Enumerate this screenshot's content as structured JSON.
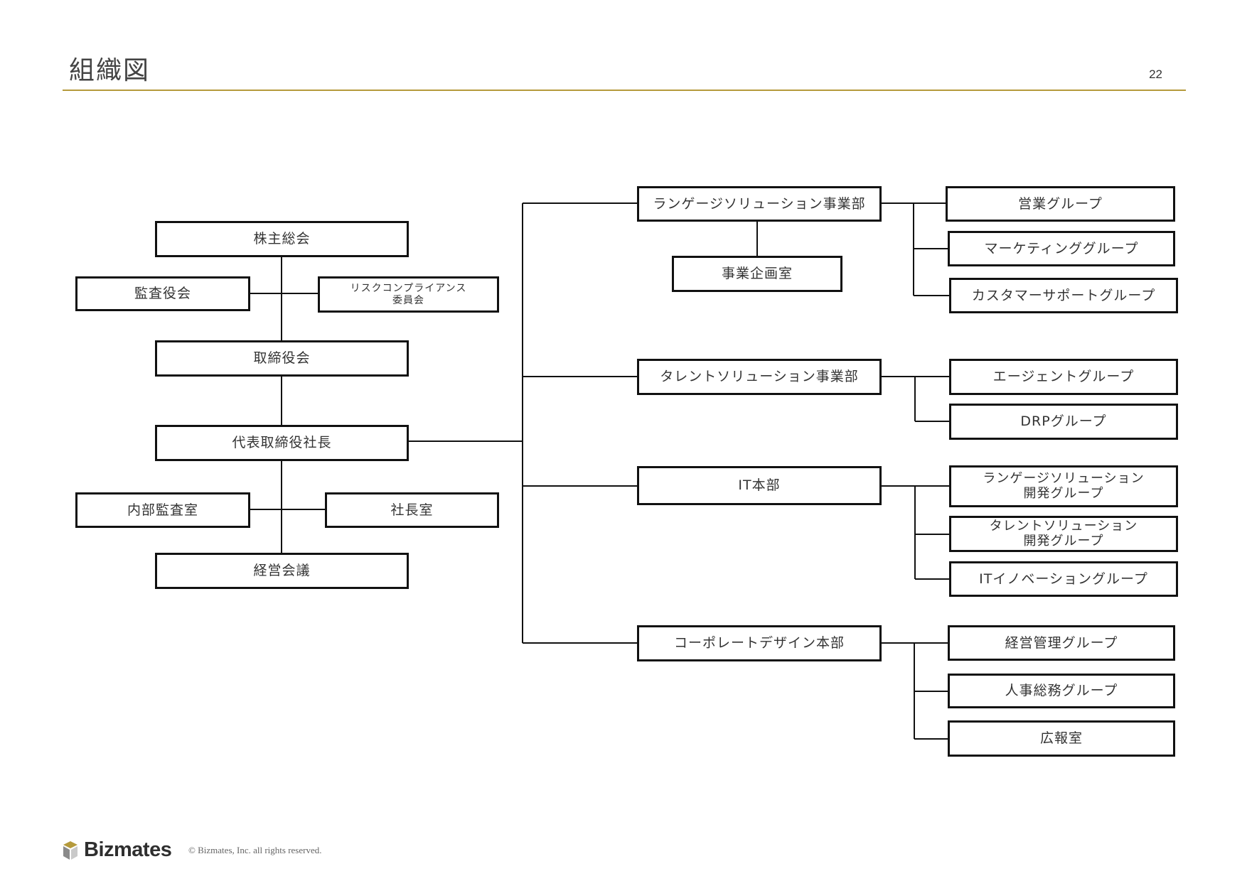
{
  "header": {
    "title": "組織図",
    "page_number": "22",
    "accent_color": "#b59a3c"
  },
  "org_chart": {
    "governance": {
      "shareholders_meeting": "株主総会",
      "audit_board": "監査役会",
      "compliance_committee_line1": "リスクコンプライアンス",
      "compliance_committee_line2": "委員会",
      "board_of_directors": "取締役会",
      "ceo": "代表取締役社長",
      "internal_audit": "内部監査室",
      "presidents_office": "社長室",
      "management_meeting": "経営会議"
    },
    "divisions": [
      {
        "name": "ランゲージソリューション事業部",
        "sub_office": "事業企画室",
        "groups": [
          "営業グループ",
          "マーケティンググループ",
          "カスタマーサポートグループ"
        ]
      },
      {
        "name": "タレントソリューション事業部",
        "groups": [
          "エージェントグループ",
          "DRPグループ"
        ]
      },
      {
        "name": "IT本部",
        "groups": [
          {
            "line1": "ランゲージソリューション",
            "line2": "開発グループ"
          },
          {
            "line1": "タレントソリューション",
            "line2": "開発グループ"
          },
          "ITイノベーショングループ"
        ]
      },
      {
        "name": "コーポレートデザイン本部",
        "groups": [
          "経営管理グループ",
          "人事総務グループ",
          "広報室"
        ]
      }
    ]
  },
  "footer": {
    "logo_text": "Bizmates",
    "logo_colors": [
      "#b59a3c",
      "#8a8a8a",
      "#c9c9c9"
    ],
    "copyright": "© Bizmates, Inc. all rights reserved."
  }
}
